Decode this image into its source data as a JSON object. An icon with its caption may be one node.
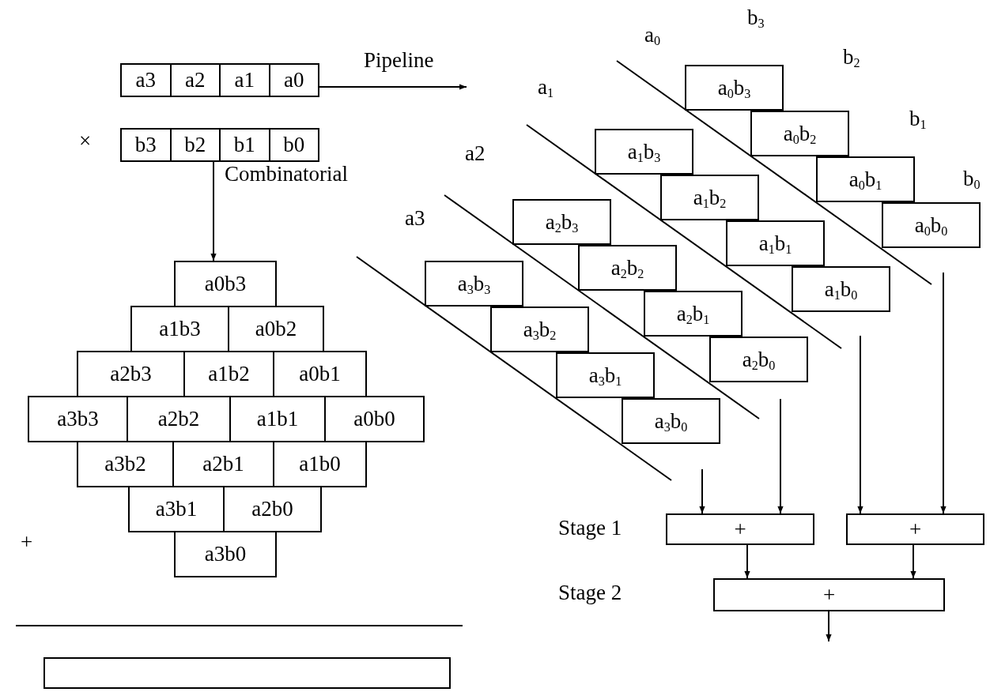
{
  "diagram": {
    "nodes": [
      {
        "text": [
          "a3"
        ]
      },
      {
        "text": [
          "a2"
        ]
      },
      {
        "text": [
          "a1"
        ]
      },
      {
        "text": [
          "a0"
        ]
      },
      {
        "text": [
          "b3"
        ]
      },
      {
        "text": [
          "b2"
        ]
      },
      {
        "text": [
          "b1"
        ]
      },
      {
        "text": [
          "b0"
        ]
      },
      {
        "text": [
          "a0b3"
        ]
      },
      {
        "text": [
          "a1b3"
        ]
      },
      {
        "text": [
          "a0b2"
        ]
      },
      {
        "text": [
          "a2b3"
        ]
      },
      {
        "text": [
          "a1b2"
        ]
      },
      {
        "text": [
          "a0b1"
        ]
      },
      {
        "text": [
          "a3b3"
        ]
      },
      {
        "text": [
          "a2b2"
        ]
      },
      {
        "text": [
          "a1b1"
        ]
      },
      {
        "text": [
          "a0b0"
        ]
      },
      {
        "text": [
          "a3b2"
        ]
      },
      {
        "text": [
          "a2b1"
        ]
      },
      {
        "text": [
          "a1b0"
        ]
      },
      {
        "text": [
          "a3b1"
        ]
      },
      {
        "text": [
          "a2b0"
        ]
      },
      {
        "text": [
          "a3b0"
        ]
      },
      {
        "text": [],
        "shape": "box"
      },
      {
        "text": [
          "a$_{0}$b$_{3}$"
        ]
      },
      {
        "text": [
          "a$_{0}$b$_{2}$"
        ]
      },
      {
        "text": [
          "a$_{0}$b$_{1}$"
        ]
      },
      {
        "text": [
          "a$_{0}$b$_{0}$"
        ]
      },
      {
        "text": [
          "a$_{1}$b$_{3}$"
        ]
      },
      {
        "text": [
          "a$_{1}$b$_{2}$"
        ]
      },
      {
        "text": [
          "a$_{1}$b$_{1}$"
        ]
      },
      {
        "text": [
          "a$_{1}$b$_{0}$"
        ]
      },
      {
        "text": [
          "a$_{2}$b$_{3}$"
        ]
      },
      {
        "text": [
          "a$_{2}$b$_{2}$"
        ]
      },
      {
        "text": [
          "a$_{2}$b$_{1}$"
        ]
      },
      {
        "text": [
          "a$_{2}$b$_{0}$"
        ]
      },
      {
        "text": [
          "a$_{3}$b$_{3}$"
        ]
      },
      {
        "text": [
          "a$_{3}$b$_{2}$"
        ]
      },
      {
        "text": [
          "a$_{3}$b$_{1}$"
        ]
      },
      {
        "text": [
          "a$_{3}$b$_{0}$"
        ]
      },
      {
        "text": [
          "+"
        ]
      },
      {
        "text": [
          "+"
        ]
      },
      {
        "text": [
          "+"
        ]
      }
    ],
    "edges": [
      {
        "from": 3,
        "to": null,
        "arrow": "to",
        "label": "Pipeline"
      },
      {
        "from": 5,
        "to": 8,
        "arrow": "to",
        "label": "Combinatorial"
      },
      {
        "from": null,
        "to": 41,
        "arrow": "to"
      },
      {
        "from": null,
        "to": 41,
        "arrow": "to"
      },
      {
        "from": null,
        "to": 42,
        "arrow": "to"
      },
      {
        "from": null,
        "to": 42,
        "arrow": "to"
      },
      {
        "from": 41,
        "to": 43,
        "arrow": "to"
      },
      {
        "from": 42,
        "to": 43,
        "arrow": "to"
      },
      {
        "from": 43,
        "to": null,
        "arrow": "to"
      }
    ],
    "labels": [
      "b$_{3}$",
      "a$_{0}$",
      "b$_{2}$",
      "a$_{1}$",
      "b$_{1}$",
      "a2",
      "×",
      "b$_{0}$",
      "a3",
      "Stage 1",
      "Stage 2",
      "+"
    ]
  }
}
